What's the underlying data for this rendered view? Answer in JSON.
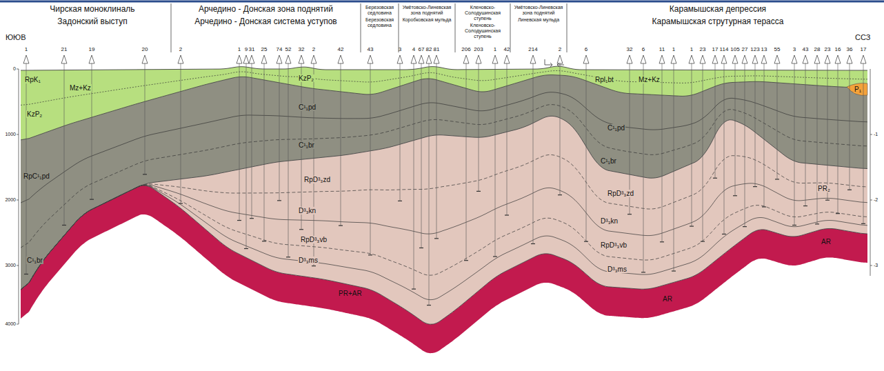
{
  "diagram": {
    "nodes": [
      {
        "text": [
          "Чирская моноклиналь",
          "Задонский выступ"
        ]
      },
      {
        "text": [
          "Арчедино - Донская зона поднятий",
          "Арчедино - Донская система уступов"
        ]
      },
      {
        "text": [
          "Березовская седловина",
          "Березовская седловина"
        ]
      },
      {
        "text": [
          "Умётовско-Линевская зона поднятий",
          "Коробковская мульда"
        ]
      },
      {
        "text": [
          "Кленовско-Солодушинская ступень",
          "Кленовско-Солодушинская ступень"
        ]
      },
      {
        "text": [
          "Умётовско-Линевская зона поднятий",
          "Линевская мульда"
        ]
      },
      {
        "text": [
          "Карамышская депрессия",
          "Карамышская струтурная терасса"
        ]
      }
    ],
    "labels": [
      "ЮЮВ",
      "1",
      "21",
      "19",
      "20",
      "2",
      "1",
      "9",
      "31",
      "25",
      "74",
      "52",
      "32",
      "2",
      "42",
      "43",
      "3",
      "4",
      "67",
      "82",
      "81",
      "206",
      "203",
      "1",
      "42",
      "214",
      "2",
      "6",
      "32",
      "6",
      "11",
      "1",
      "1",
      "23",
      "17",
      "114",
      "105",
      "27",
      "123",
      "13",
      "55",
      "3",
      "43",
      "28",
      "23",
      "16",
      "36",
      "17",
      "ССЗ",
      "RpK₁",
      "Mz+Kz",
      "KzP₂",
      "RpC¹₁pd",
      "C¹₁br",
      "KzP₂",
      "C¹₁pd",
      "C¹₁br",
      "RpD³₃zd",
      "D³₃kn",
      "RpD³₃vb",
      "D³₃ms",
      "PR+AR",
      "Rpl₁bt",
      "Mz+Kz",
      "C¹₁pd",
      "C¹₁br",
      "RpD³₃zd",
      "D³₃kn",
      "RpD³₃vb",
      "D³₃ms",
      "AR",
      "PR₂",
      "AR",
      "P₁",
      "0",
      "1000",
      "2000",
      "3000",
      "4000",
      "-1",
      "-2",
      "-3"
    ]
  }
}
